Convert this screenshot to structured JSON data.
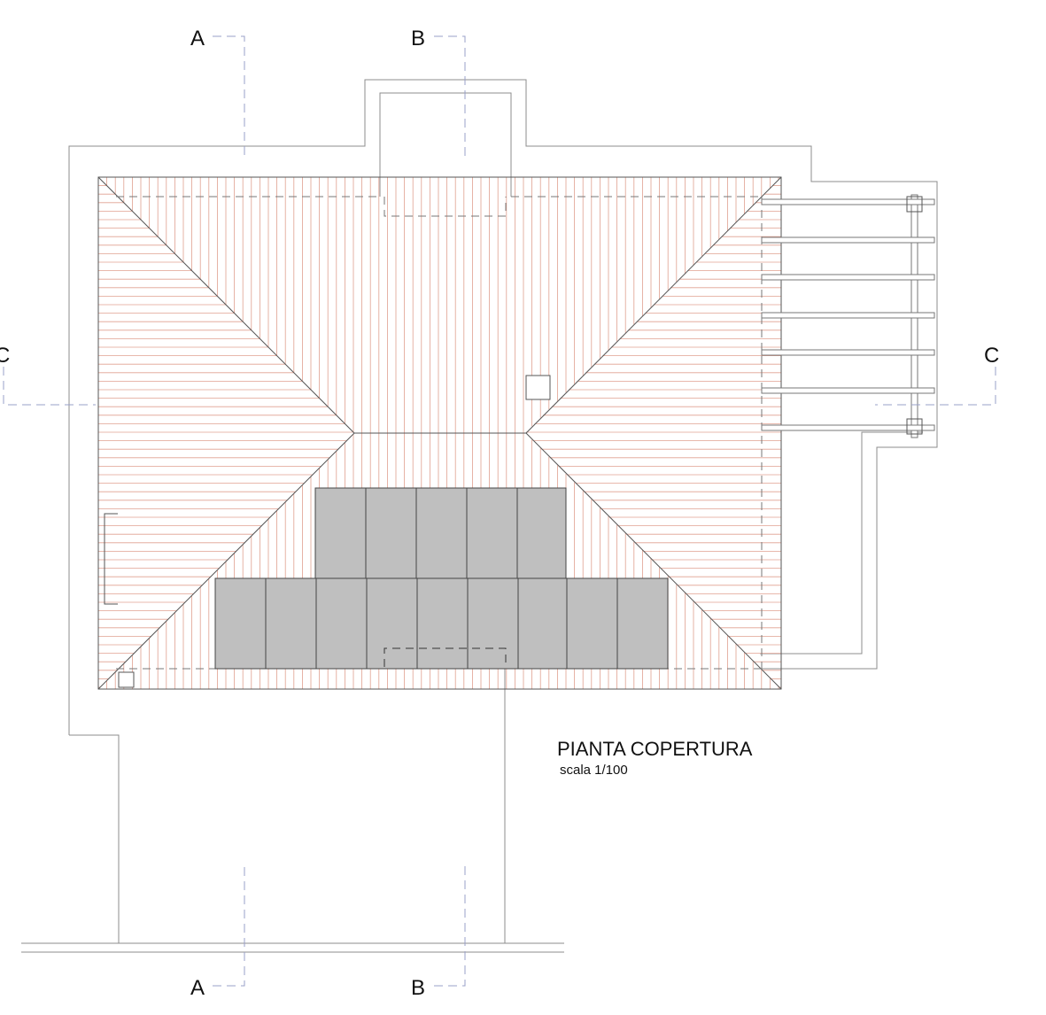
{
  "drawing": {
    "title": "PIANTA COPERTURA",
    "scale": "scala 1/100",
    "section_marks": {
      "a_top": "A",
      "a_bottom": "A",
      "b_top": "B",
      "b_bottom": "B",
      "c_left": "C",
      "c_right": "C"
    }
  },
  "colors": {
    "outline": "#8c8c8c",
    "dark_line": "#555555",
    "rafters": "#e0a090",
    "section_line": "#9aa0c8",
    "solar_panel": "#bfbfbf"
  }
}
